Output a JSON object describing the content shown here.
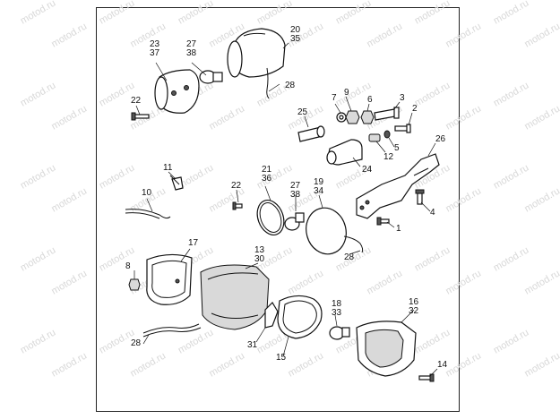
{
  "watermark": "motod.ru",
  "callouts": [
    {
      "id": "c23",
      "label": "23",
      "sub": "37"
    },
    {
      "id": "c27a",
      "label": "27",
      "sub": "38"
    },
    {
      "id": "c20",
      "label": "20",
      "sub": "35"
    },
    {
      "id": "c28a",
      "label": "28",
      "sub": ""
    },
    {
      "id": "c22a",
      "label": "22",
      "sub": ""
    },
    {
      "id": "c7",
      "label": "7",
      "sub": ""
    },
    {
      "id": "c9",
      "label": "9",
      "sub": ""
    },
    {
      "id": "c6",
      "label": "6",
      "sub": ""
    },
    {
      "id": "c3",
      "label": "3",
      "sub": ""
    },
    {
      "id": "c2",
      "label": "2",
      "sub": ""
    },
    {
      "id": "c25",
      "label": "25",
      "sub": ""
    },
    {
      "id": "c5",
      "label": "5",
      "sub": ""
    },
    {
      "id": "c12",
      "label": "12",
      "sub": ""
    },
    {
      "id": "c26",
      "label": "26",
      "sub": ""
    },
    {
      "id": "c24",
      "label": "24",
      "sub": ""
    },
    {
      "id": "c11",
      "label": "11",
      "sub": ""
    },
    {
      "id": "c21",
      "label": "21",
      "sub": "36"
    },
    {
      "id": "c22b",
      "label": "22",
      "sub": ""
    },
    {
      "id": "c27b",
      "label": "27",
      "sub": "38"
    },
    {
      "id": "c19",
      "label": "19",
      "sub": "34"
    },
    {
      "id": "c10",
      "label": "10",
      "sub": ""
    },
    {
      "id": "c4",
      "label": "4",
      "sub": ""
    },
    {
      "id": "c1",
      "label": "1",
      "sub": ""
    },
    {
      "id": "c17",
      "label": "17",
      "sub": ""
    },
    {
      "id": "c13",
      "label": "13",
      "sub": "30"
    },
    {
      "id": "c28b",
      "label": "28",
      "sub": ""
    },
    {
      "id": "c8",
      "label": "8",
      "sub": ""
    },
    {
      "id": "c18",
      "label": "18",
      "sub": "33"
    },
    {
      "id": "c16",
      "label": "16",
      "sub": "32"
    },
    {
      "id": "c28c",
      "label": "28",
      "sub": ""
    },
    {
      "id": "c31",
      "label": "31",
      "sub": ""
    },
    {
      "id": "c15",
      "label": "15",
      "sub": ""
    },
    {
      "id": "c14",
      "label": "14",
      "sub": ""
    }
  ]
}
